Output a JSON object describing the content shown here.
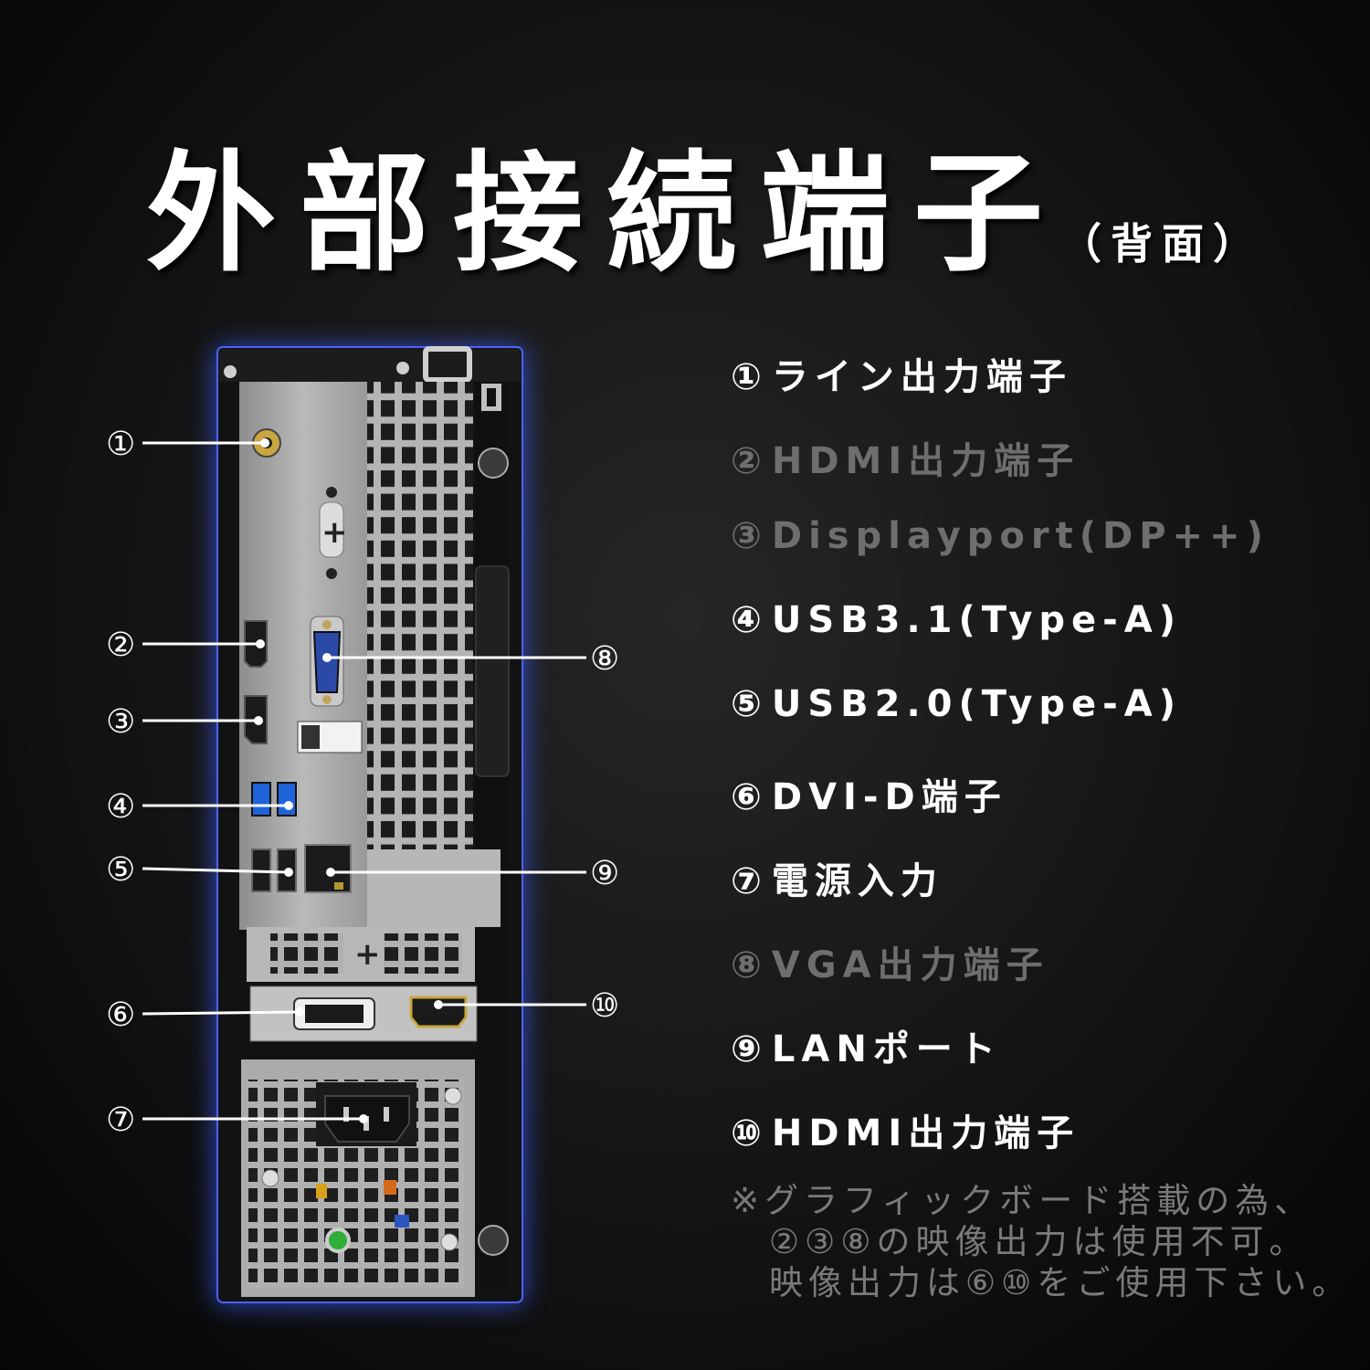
{
  "title": "外部接続端子",
  "subtitle": "（背面）",
  "callouts": [
    "①",
    "②",
    "③",
    "④",
    "⑤",
    "⑥",
    "⑦",
    "⑧",
    "⑨",
    "⑩"
  ],
  "ports": [
    {
      "num": "①",
      "label": "ライン出力端子",
      "color": "#ffffff"
    },
    {
      "num": "②",
      "label": "HDMI出力端子",
      "color": "#6e6e6e"
    },
    {
      "num": "③",
      "label": "Displayport(DP++)",
      "color": "#6e6e6e"
    },
    {
      "num": "④",
      "label": "USB3.1(Type-A)",
      "color": "#ffffff"
    },
    {
      "num": "⑤",
      "label": "USB2.0(Type-A)",
      "color": "#ffffff"
    },
    {
      "num": "⑥",
      "label": "DVI-D端子",
      "color": "#ffffff"
    },
    {
      "num": "⑦",
      "label": "電源入力",
      "color": "#ffffff"
    },
    {
      "num": "⑧",
      "label": "VGA出力端子",
      "color": "#6e6e6e"
    },
    {
      "num": "⑨",
      "label": "LANポート",
      "color": "#ffffff"
    },
    {
      "num": "⑩",
      "label": "HDMI出力端子",
      "color": "#ffffff"
    }
  ],
  "footnote": {
    "line1": "※グラフィックボード搭載の為、",
    "line2": "②③⑧の映像出力は使用不可。",
    "line3": "映像出力は⑥⑩をご使用下さい。",
    "color": "#7a7a7a"
  },
  "colors": {
    "glow": "#3a5bff",
    "usb3": "#1e63d8",
    "vga": "#2b4aa8",
    "led": "#2fae3a"
  }
}
